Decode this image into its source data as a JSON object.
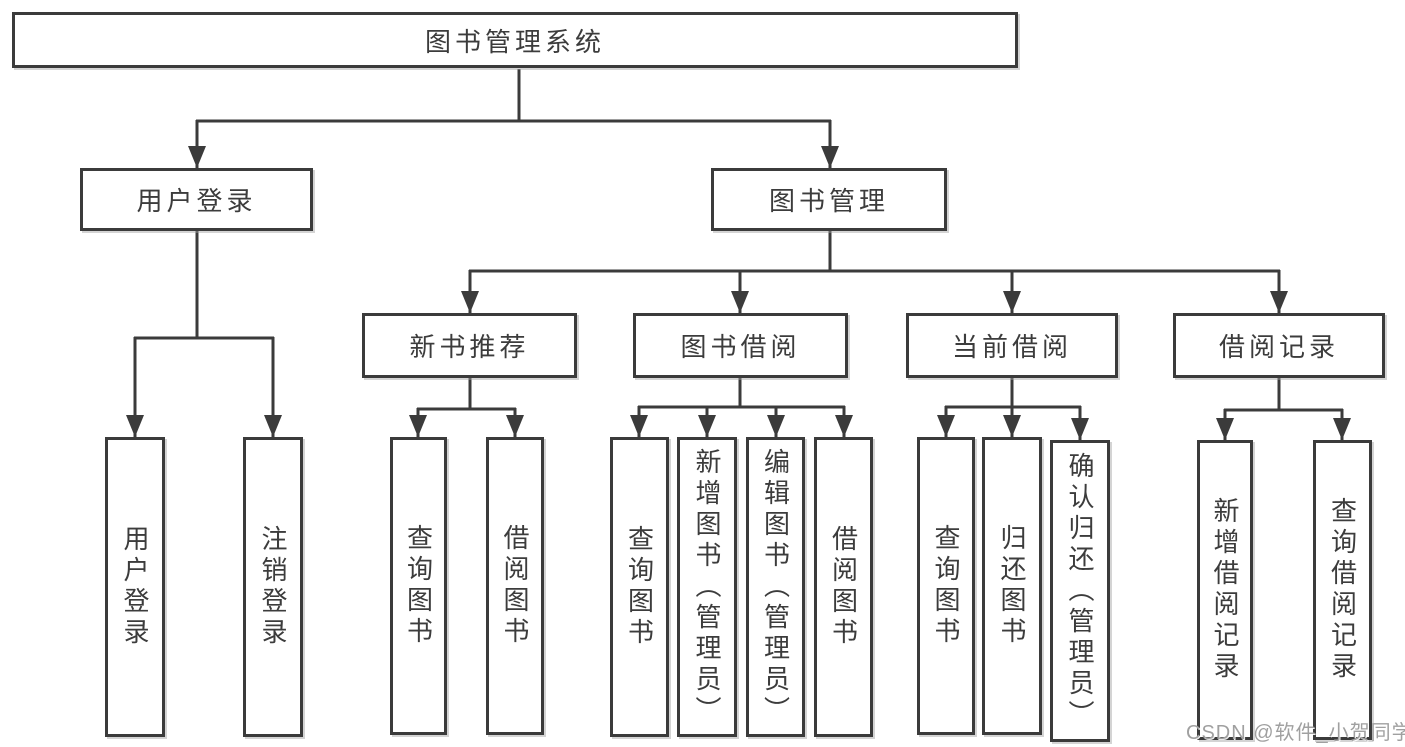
{
  "diagram": {
    "root": {
      "label": "图书管理系统"
    },
    "level2": [
      {
        "label": "用户登录"
      },
      {
        "label": "图书管理"
      }
    ],
    "level3": [
      {
        "label": "新书推荐",
        "parent": "图书管理"
      },
      {
        "label": "图书借阅",
        "parent": "图书管理"
      },
      {
        "label": "当前借阅",
        "parent": "图书管理"
      },
      {
        "label": "借阅记录",
        "parent": "图书管理"
      }
    ],
    "leaves": [
      {
        "label": "用户登录",
        "parent": "用户登录"
      },
      {
        "label": "注销登录",
        "parent": "用户登录"
      },
      {
        "label": "查询图书",
        "parent": "新书推荐"
      },
      {
        "label": "借阅图书",
        "parent": "新书推荐"
      },
      {
        "label": "查询图书",
        "parent": "图书借阅"
      },
      {
        "label": "新增图书（管理员）",
        "parent": "图书借阅"
      },
      {
        "label": "编辑图书（管理员）",
        "parent": "图书借阅"
      },
      {
        "label": "借阅图书",
        "parent": "图书借阅"
      },
      {
        "label": "查询图书",
        "parent": "当前借阅"
      },
      {
        "label": "归还图书",
        "parent": "当前借阅"
      },
      {
        "label": "确认归还（管理员）",
        "parent": "当前借阅"
      },
      {
        "label": "新增借阅记录",
        "parent": "借阅记录"
      },
      {
        "label": "查询借阅记录",
        "parent": "借阅记录"
      }
    ]
  },
  "watermark": "CSDN @软件_小贺同学",
  "colors": {
    "line": "#3b3b3b",
    "text": "#3c3c3c",
    "box_bg": "#ffffff",
    "background": "#ffffff",
    "watermark": "#a0a0a0"
  }
}
